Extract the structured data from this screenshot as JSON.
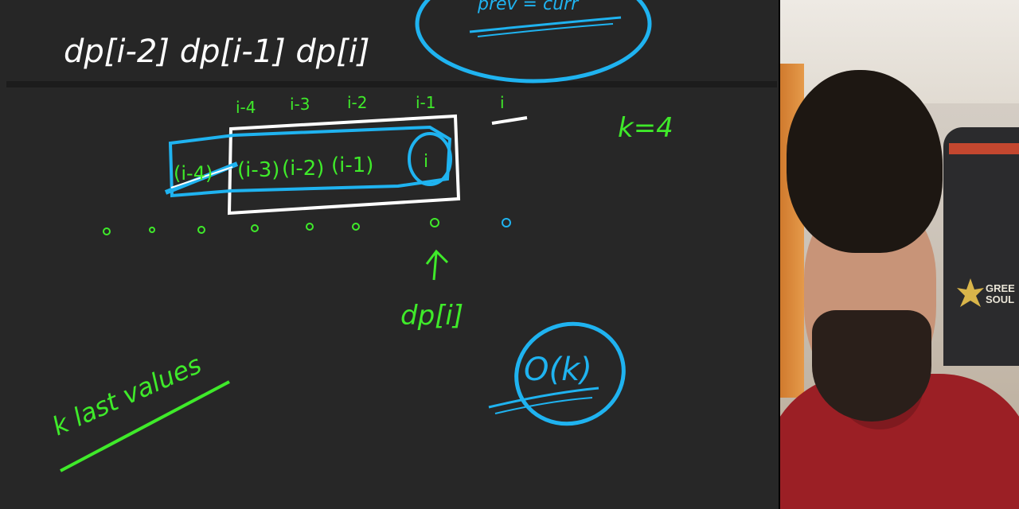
{
  "whiteboard": {
    "background": "#272727",
    "ink_colors": {
      "green": "#3fea2a",
      "blue": "#1fb3f0",
      "white": "#ffffff"
    },
    "top_formula": "dp[i-2] dp[i-1] dp[i]",
    "window_indices": [
      "i-4",
      "i-3",
      "i-2",
      "i-1",
      "i"
    ],
    "window_cells": [
      "(i-4)",
      "(i-3)",
      "(i-2)",
      "(i-1)",
      "i"
    ],
    "k_value": "k=4",
    "dp_label": "dp[i]",
    "k_last_values": "k last values",
    "complexity": "O(k)",
    "partial_top_text": "prev = curr"
  },
  "webcam": {
    "brand_text": "GREEN SOUL",
    "brand_line1": "GREE",
    "brand_line2": "SOUL"
  }
}
